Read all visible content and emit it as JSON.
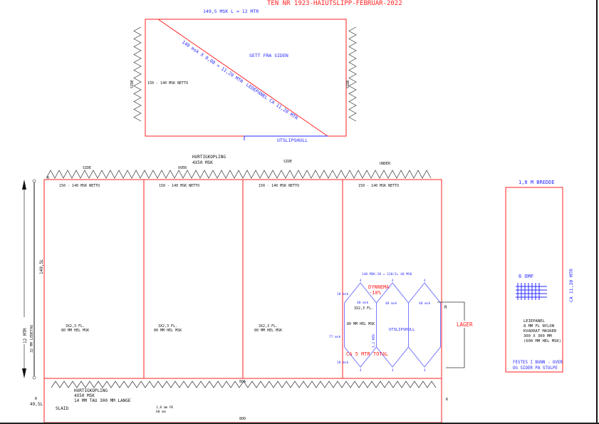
{
  "title": "TEN NR 1923-HAIUTSLIPP-FEBRUAR-2022",
  "side_view": {
    "length_label": "149,5 MSK L = 12 MTR",
    "view_label": "SETT FRA SIDEN",
    "diagonal_line1": "140 msk X 0,08 = 11,20 MTR",
    "diagonal_line2": "LEDEPANEL CA 11,20 MTR",
    "netto_label": "150 - 140 MSK NETTO",
    "side_left": "SIDE",
    "side_right": "SIDE",
    "outlet_label": "UTSLIPSHULL"
  },
  "main_panel": {
    "coupling_title": "HURTIGKOPLING",
    "coupling_sub": "4X50 MSK",
    "top_labels": [
      "SIDE",
      "OVER",
      "SIDE",
      "UNDER"
    ],
    "sections": [
      {
        "netto": "150 - 140 MSK NETTO",
        "twine": "3X2,3 FL.",
        "mesh": "80 MM HEL MSK"
      },
      {
        "netto": "150 - 140 MSK NETTO",
        "twine": "3X2,3 FL.",
        "mesh": "80 MM HEL MSK"
      },
      {
        "netto": "150 - 140 MSK NETTO",
        "twine": "3X2,3 FL.",
        "mesh": "80 MM HEL MSK"
      },
      {
        "netto": "150 - 140 MSK NETTO",
        "twine": "3X2,3 FL.",
        "mesh": "80 MM HEL MSK"
      }
    ],
    "length_dim": "149,5L",
    "height_dim": "12 MTR",
    "rope_label": "32 MM LEDETAU",
    "r_mark": "R",
    "mid_mark": "80A",
    "hex": {
      "formula": "140 MSK-20 = 120/3= 40 MSK",
      "dyneema1": "DYNNEMA",
      "dyneema2": "-10%",
      "twine": "3X2,3 FL.",
      "total": "CA 5 MTR TOTAL",
      "outlet": "UTSLIPSHULL",
      "width_vert": "1,2 MTR",
      "msk_40": "40 msk",
      "msk_18": "18 msk",
      "msk_77": "77 msk",
      "node": "4"
    },
    "lager": "LAGER",
    "lager_r": "R"
  },
  "bottom_panel": {
    "coupling_title": "HURTIGKOPLING",
    "coupling_sub": "4X50 MSK",
    "rope": "14 MM TAU 300 MM LANGE",
    "slaid": "SLAID",
    "pe": "1,8 mm PE",
    "pe_mm": "60 mm",
    "bottom_dim": "800",
    "left_r": "R",
    "left_dim": "49,5L",
    "right_r": "R"
  },
  "guide_panel": {
    "width_label": "1,8 M BREDDE",
    "omf": "6 OMF",
    "length_label": "CA 11,20 MTR",
    "desc": [
      "LEIEPANEL",
      "8 MM FL NYLON",
      "KVADRAT MASKER",
      "300 X 300 MM",
      "(600 MM HEL MSK)"
    ],
    "fastening1": "FESTES I BUNN - OVER",
    "fastening2": "OG SIDER PA STOLPE"
  },
  "colors": {
    "outline": "#ff2020",
    "annotation": "#2a2aff",
    "text": "#111111"
  }
}
